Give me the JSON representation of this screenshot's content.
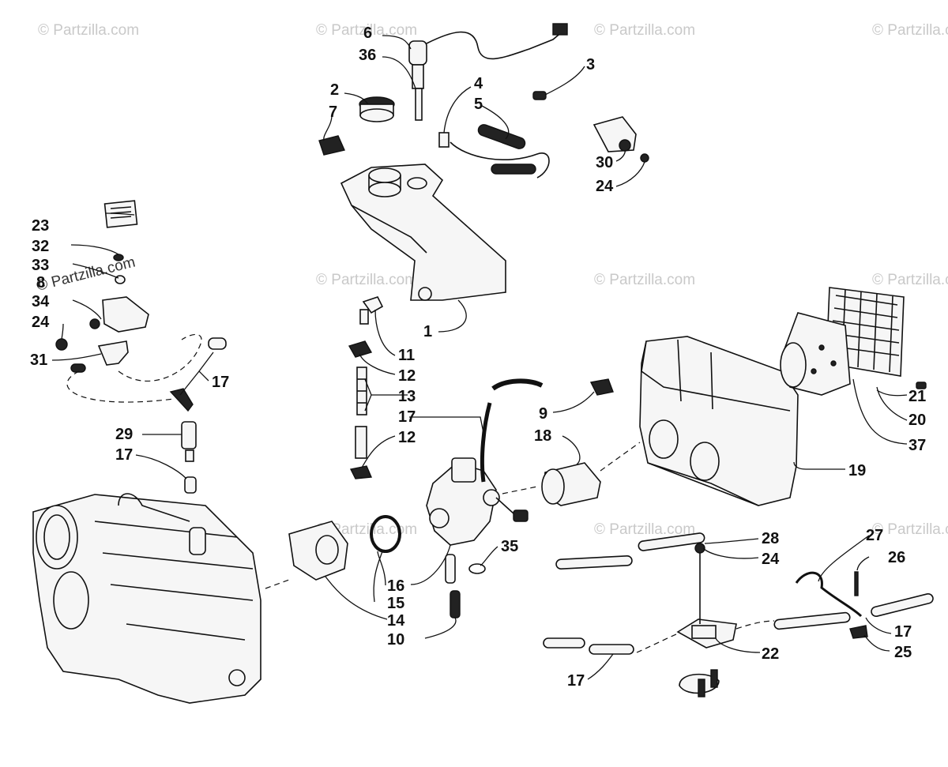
{
  "watermark": {
    "text": "© Partzilla.com",
    "dark_text": "© Partzilla.com"
  },
  "callouts": [
    {
      "id": "c1",
      "label": "1"
    },
    {
      "id": "c2",
      "label": "2"
    },
    {
      "id": "c3",
      "label": "3"
    },
    {
      "id": "c4",
      "label": "4"
    },
    {
      "id": "c5",
      "label": "5"
    },
    {
      "id": "c6",
      "label": "6"
    },
    {
      "id": "c7",
      "label": "7"
    },
    {
      "id": "c8",
      "label": "8"
    },
    {
      "id": "c9",
      "label": "9"
    },
    {
      "id": "c10",
      "label": "10"
    },
    {
      "id": "c11",
      "label": "11"
    },
    {
      "id": "c12a",
      "label": "12"
    },
    {
      "id": "c12b",
      "label": "12"
    },
    {
      "id": "c13",
      "label": "13"
    },
    {
      "id": "c14",
      "label": "14"
    },
    {
      "id": "c15",
      "label": "15"
    },
    {
      "id": "c16",
      "label": "16"
    },
    {
      "id": "c17a",
      "label": "17"
    },
    {
      "id": "c17b",
      "label": "17"
    },
    {
      "id": "c17c",
      "label": "17"
    },
    {
      "id": "c17d",
      "label": "17"
    },
    {
      "id": "c17e",
      "label": "17"
    },
    {
      "id": "c18",
      "label": "18"
    },
    {
      "id": "c19",
      "label": "19"
    },
    {
      "id": "c20",
      "label": "20"
    },
    {
      "id": "c21",
      "label": "21"
    },
    {
      "id": "c22",
      "label": "22"
    },
    {
      "id": "c23",
      "label": "23"
    },
    {
      "id": "c24a",
      "label": "24"
    },
    {
      "id": "c24b",
      "label": "24"
    },
    {
      "id": "c24c",
      "label": "24"
    },
    {
      "id": "c25",
      "label": "25"
    },
    {
      "id": "c26",
      "label": "26"
    },
    {
      "id": "c27",
      "label": "27"
    },
    {
      "id": "c28",
      "label": "28"
    },
    {
      "id": "c29",
      "label": "29"
    },
    {
      "id": "c30",
      "label": "30"
    },
    {
      "id": "c31",
      "label": "31"
    },
    {
      "id": "c32",
      "label": "32"
    },
    {
      "id": "c33",
      "label": "33"
    },
    {
      "id": "c34",
      "label": "34"
    },
    {
      "id": "c35",
      "label": "35"
    },
    {
      "id": "c36",
      "label": "36"
    },
    {
      "id": "c37",
      "label": "37"
    }
  ]
}
